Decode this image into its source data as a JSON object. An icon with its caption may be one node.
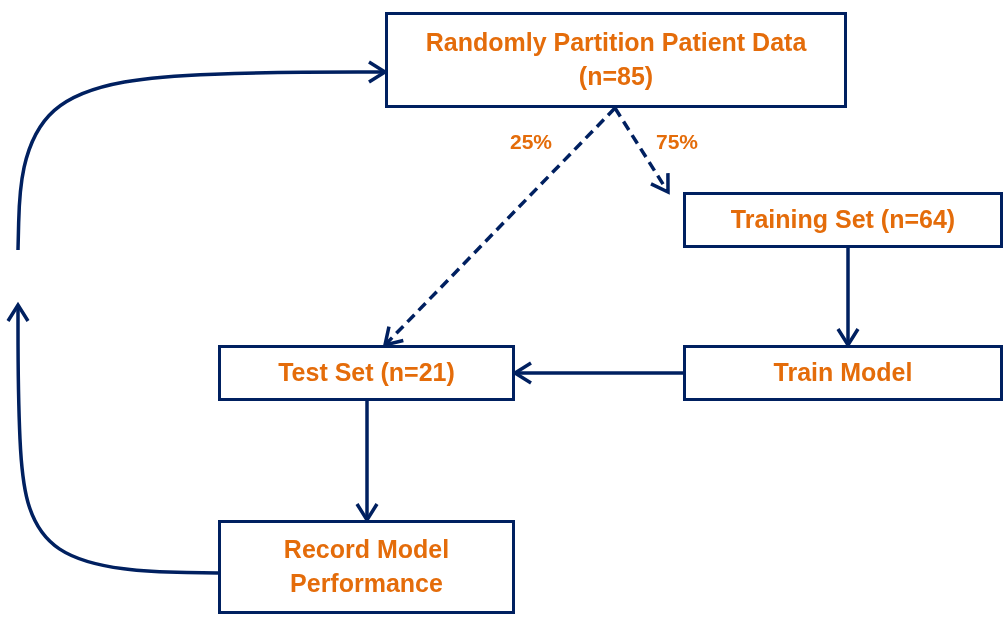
{
  "diagram": {
    "nodes": [
      {
        "text": [
          "Randomly Partition Patient Data (n=85)"
        ]
      },
      {
        "text": [
          "Training Set (n=64)"
        ]
      },
      {
        "text": [
          "Test Set (n=21)"
        ]
      },
      {
        "text": [
          "Train Model"
        ]
      },
      {
        "text": [
          "Record Model Performance"
        ]
      }
    ],
    "edges": [
      {
        "from": 0,
        "to": 2,
        "arrow": "to",
        "label": "25%",
        "style": "dashed"
      },
      {
        "from": 0,
        "to": 1,
        "arrow": "to",
        "label": "75%",
        "style": "dashed"
      },
      {
        "from": 1,
        "to": 3,
        "arrow": "to"
      },
      {
        "from": 3,
        "to": 2,
        "arrow": "to"
      },
      {
        "from": 2,
        "to": 4,
        "arrow": "to"
      },
      {
        "from": 4,
        "to": null,
        "arrow": "to"
      },
      {
        "from": null,
        "to": 0,
        "arrow": "to"
      }
    ]
  }
}
